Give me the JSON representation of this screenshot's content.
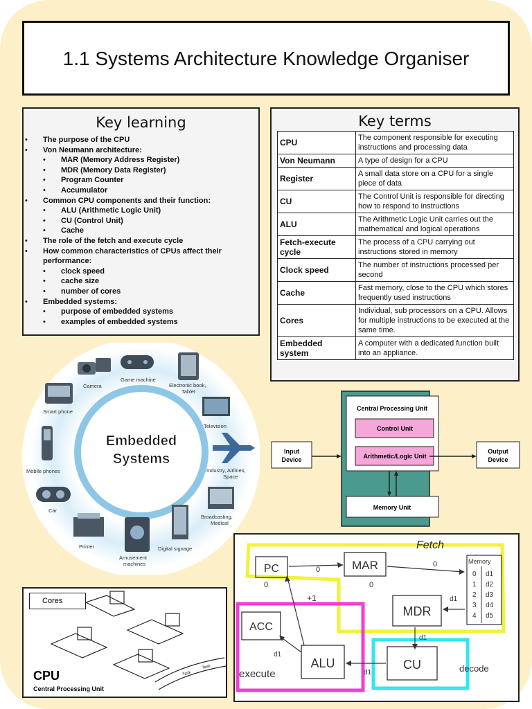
{
  "page": {
    "title": "1.1 Systems Architecture Knowledge Organiser"
  },
  "key_learning": {
    "heading": "Key learning",
    "items": [
      {
        "text": "The purpose of the CPU",
        "level": 1
      },
      {
        "text": "Von Neumann architecture:",
        "level": 1
      },
      {
        "text": "MAR (Memory Address Register)",
        "level": 2
      },
      {
        "text": "MDR (Memory Data Register)",
        "level": 2
      },
      {
        "text": "Program Counter",
        "level": 2
      },
      {
        "text": "Accumulator",
        "level": 2
      },
      {
        "text": "Common CPU components and their function:",
        "level": 1
      },
      {
        "text": "ALU (Arithmetic Logic Unit)",
        "level": 2
      },
      {
        "text": "CU (Control Unit)",
        "level": 2
      },
      {
        "text": "Cache",
        "level": 2
      },
      {
        "text": "The role of the fetch and execute cycle",
        "level": 1
      },
      {
        "text": "How common characteristics of CPUs affect their performance:",
        "level": 1
      },
      {
        "text": "clock speed",
        "level": 2
      },
      {
        "text": "cache size",
        "level": 2
      },
      {
        "text": "number of cores",
        "level": 2
      },
      {
        "text": "Embedded systems:",
        "level": 1
      },
      {
        "text": "purpose of embedded systems",
        "level": 2
      },
      {
        "text": "examples of embedded systems",
        "level": 2
      }
    ]
  },
  "key_terms": {
    "heading": "Key terms",
    "rows": [
      {
        "term": "CPU",
        "definition": "The component responsible for executing instructions and processing data"
      },
      {
        "term": "Von Neumann",
        "definition": "A type of design for a CPU"
      },
      {
        "term": "Register",
        "definition": "A small data store on a CPU for a single piece of data"
      },
      {
        "term": "CU",
        "definition": "The Control Unit is responsible for directing how to respond to instructions"
      },
      {
        "term": "ALU",
        "definition": "The Arithmetic Logic Unit carries out the mathematical and logical operations"
      },
      {
        "term": "Fetch-execute cycle",
        "definition": "The process of a CPU carrying out instructions stored in memory"
      },
      {
        "term": "Clock speed",
        "definition": "The number of instructions processed per second"
      },
      {
        "term": "Cache",
        "definition": "Fast memory, close to the CPU which stores frequently used instructions"
      },
      {
        "term": "Cores",
        "definition": "Individual, sub processors on a CPU. Allows for multiple instructions to be executed at the same time."
      },
      {
        "term": "Embedded system",
        "definition": "A computer with a dedicated function built into an appliance."
      }
    ]
  },
  "embedded_systems": {
    "center_line1": "Embedded",
    "center_line2": "Systems",
    "labels": {
      "camera": "Camera",
      "game_machine": "Game machine",
      "ebook1": "Electronic book,",
      "ebook2": "Tablet",
      "smartphone": "Smart phone",
      "television": "Television",
      "mobile": "Mobile phones",
      "industry1": "Industry, Airlines,",
      "industry2": "Space",
      "car": "Car",
      "broadcast1": "Broadcasting,",
      "broadcast2": "Medical",
      "printer": "Printer",
      "amusement1": "Amusement",
      "amusement2": "machines",
      "signage": "Digital signage"
    }
  },
  "cpu_diagram": {
    "title": "Central Processing Unit",
    "control_unit": "Control Unit",
    "alu": "Arithmetic/Logic Unit",
    "memory_unit": "Memory Unit",
    "input1": "Input",
    "input2": "Device",
    "output1": "Output",
    "output2": "Device"
  },
  "fetch_sketch": {
    "fetch": "Fetch",
    "pc": "PC",
    "mar": "MAR",
    "memory": "Memory",
    "mdr": "MDR",
    "acc": "ACC",
    "alu": "ALU",
    "cu": "CU",
    "execute": "execute",
    "decode": "decode",
    "plus1": "+1",
    "d1": "d1",
    "zero": "0",
    "mem_addr": [
      "0",
      "1",
      "2",
      "3",
      "4"
    ],
    "mem_data": [
      "d1",
      "d2",
      "d3",
      "d4",
      "d5"
    ]
  },
  "cores": {
    "label": "Cores",
    "cpu_title": "CPU",
    "cpu_subtitle": "Central Processing Unit",
    "task": "Task"
  },
  "colors": {
    "background": "#fdf0c9",
    "diagram_teal": "#4a9b8e",
    "diagram_pink": "#f4a7d8",
    "highlight_yellow": "#f2f23a",
    "highlight_magenta": "#f03ed8",
    "highlight_cyan": "#33e6f0"
  }
}
